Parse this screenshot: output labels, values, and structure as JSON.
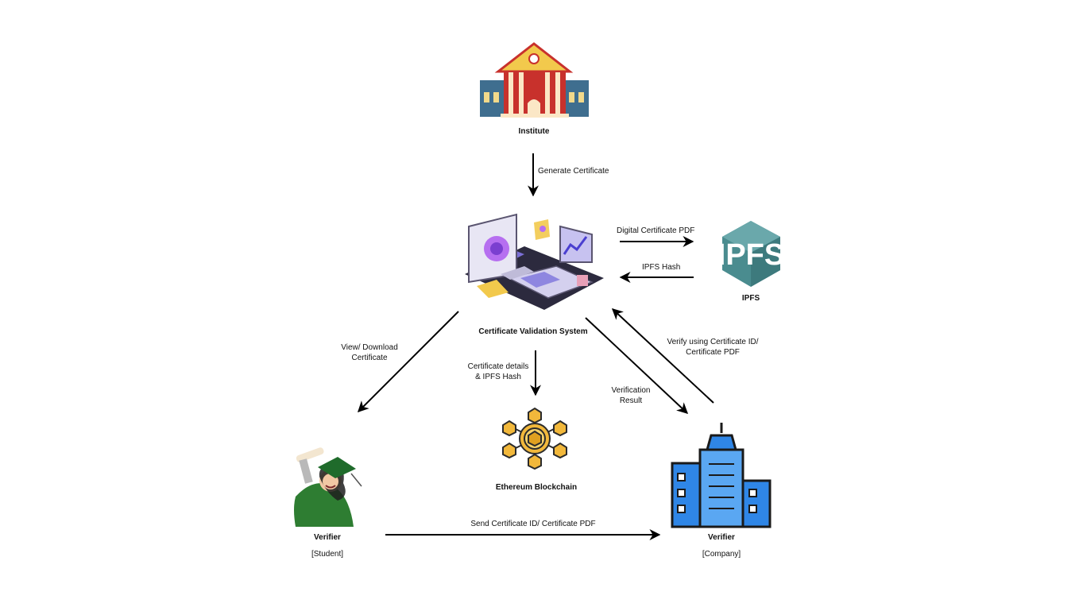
{
  "nodes": {
    "institute": "Institute",
    "cvs": "Certificate Validation System",
    "ipfs": "IPFS",
    "ipfs_logo_text": "IPFS",
    "blockchain": "Ethereum Blockchain",
    "student_title": "Verifier",
    "student_sub": "[Student]",
    "company_title": "Verifier",
    "company_sub": "[Company]"
  },
  "edges": {
    "generate": "Generate Certificate",
    "digital_pdf": "Digital Certificate PDF",
    "ipfs_hash": "IPFS Hash",
    "view_download_1": "View/ Download",
    "view_download_2": "Certificate",
    "details_1": "Certificate details",
    "details_2": "& IPFS Hash",
    "result_1": "Verification",
    "result_2": "Result",
    "verify_1": "Verify using Certificate ID/",
    "verify_2": "Certificate PDF",
    "send": "Send Certificate ID/ Certificate PDF"
  },
  "colors": {
    "arrow": "#000000",
    "institute_red": "#c8312c",
    "institute_blue": "#3f6e8f",
    "institute_roof": "#f2c94c",
    "ipfs_teal": "#4a8c8f",
    "company_blue": "#2f86e6",
    "blockchain_gold": "#f2b83b",
    "student_green": "#2e7d32"
  }
}
